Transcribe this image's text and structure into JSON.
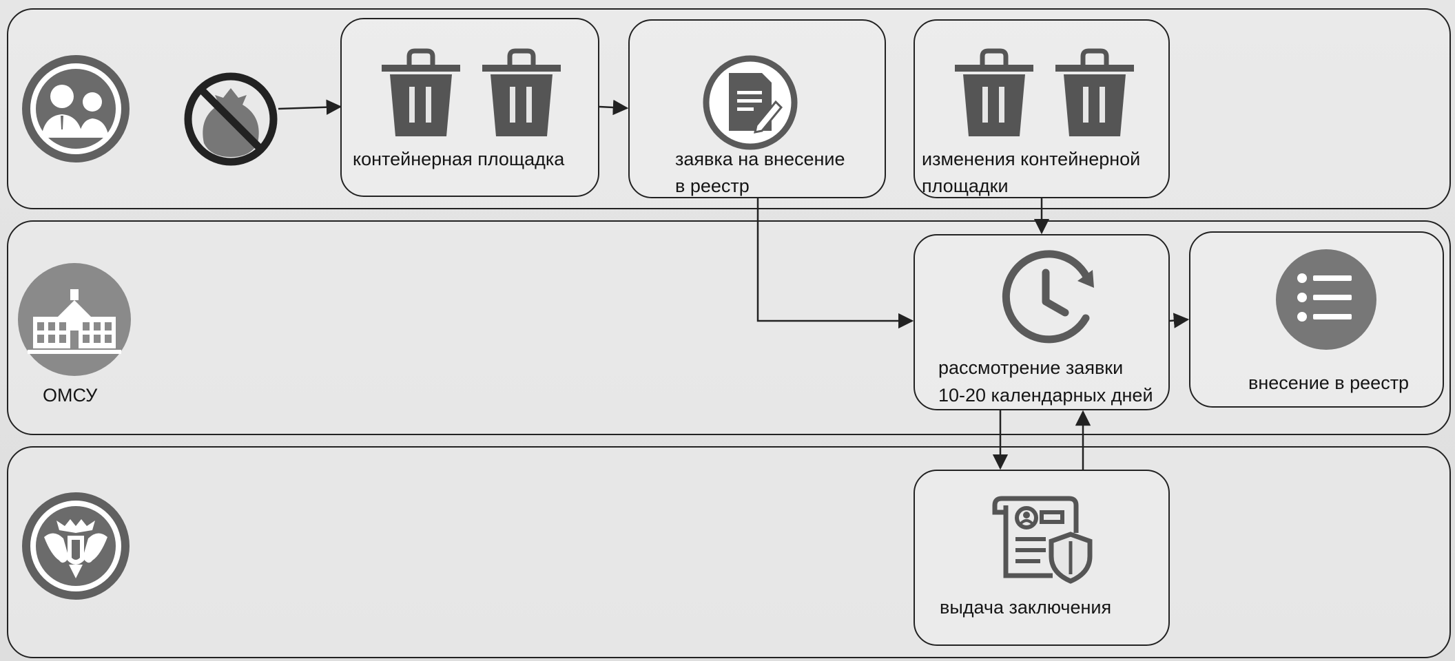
{
  "lanes": {
    "lane1": {
      "actor_icon": "people-icon"
    },
    "lane2": {
      "actor_icon": "government-building-icon",
      "actor_label": "ОМСУ"
    },
    "lane3": {
      "actor_icon": "state-emblem-icon"
    }
  },
  "nodes": {
    "no_waste": {
      "icon": "no-garbage-bag-icon"
    },
    "container_site": {
      "icon": "trash-bin-icon",
      "label": "контейнерная площадка"
    },
    "application": {
      "icon": "document-edit-icon",
      "label_line1": "заявка на внесение",
      "label_line2": "в реестр"
    },
    "site_changes": {
      "icon": "trash-bin-icon",
      "label_line1": "изменения контейнерной",
      "label_line2": "площадки"
    },
    "review": {
      "icon": "clock-refresh-icon",
      "label_line1": "рассмотрение заявки",
      "label_line2": "10-20 календарных дней"
    },
    "registry": {
      "icon": "list-icon",
      "label": "внесение в реестр"
    },
    "conclusion": {
      "icon": "certificate-shield-icon",
      "label": "выдача заключения"
    }
  },
  "colors": {
    "line": "#222222",
    "icon_dark": "#555555",
    "icon_mid": "#6b6b6b",
    "icon_light": "#8a8a8a"
  }
}
